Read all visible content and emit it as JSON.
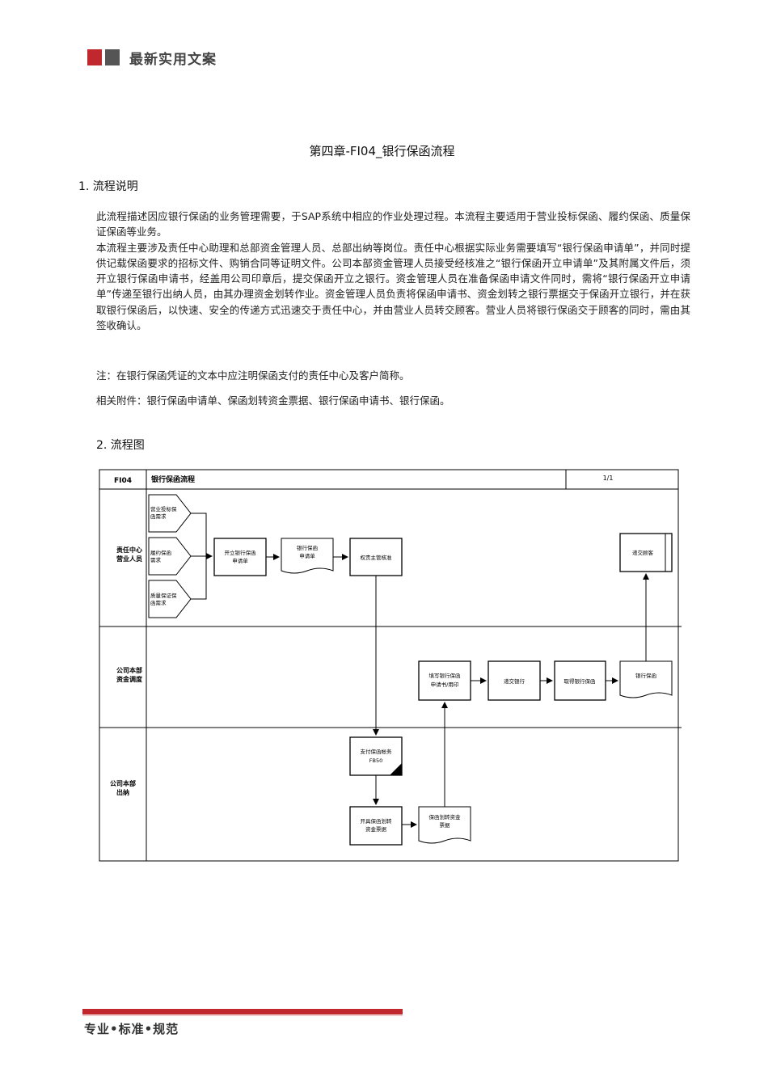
{
  "header": {
    "brand_text": "最新实用文案"
  },
  "title": "第四章-FI04_银行保函流程",
  "section1": {
    "heading": "1.  流程说明",
    "paragraphs": [
      "此流程描述因应银行保函的业务管理需要，于SAP系统中相应的作业处理过程。本流程主要适用于营业投标保函、履约保函、质量保证保函等业务。",
      "本流程主要涉及责任中心助理和总部资金管理人员、总部出纳等岗位。责任中心根据实际业务需要填写“银行保函申请单”，并同时提供记载保函要求的招标文件、购销合同等证明文件。公司本部资金管理人员接受经核准之“银行保函开立申请单”及其附属文件后，须开立银行保函申请书，经盖用公司印章后，提交保函开立之银行。资金管理人员在准备保函申请文件同时，需将“银行保函开立申请单”传递至银行出纳人员，由其办理资金划转作业。资金管理人员负责将保函申请书、资金划转之银行票据交于保函开立银行，并在获取银行保函后，以快速、安全的传递方式迅速交于责任中心，并由营业人员转交顾客。营业人员将银行保函交于顾客的同时，需由其签收确认。"
    ],
    "note": "注：在银行保函凭证的文本中应注明保函支付的责任中心及客户简称。",
    "attachments": "相关附件：银行保函申请单、保函划转资金票据、银行保函申请书、银行保函。"
  },
  "section2": {
    "heading": "2.  流程图"
  },
  "flowchart": {
    "code": "FI04",
    "name": "银行保函流程",
    "page": "1/1",
    "lanes": [
      {
        "line1": "责任中心",
        "line2": "营业人员"
      },
      {
        "line1": "公司本部",
        "line2": "资金调度"
      },
      {
        "line1": "公司本部",
        "line2": "出纳"
      }
    ],
    "nodes": {
      "input1": {
        "line1": "营业投标保",
        "line2": "函需求"
      },
      "input2": {
        "line1": "履约保函",
        "line2": "需求"
      },
      "input3": {
        "line1": "质量保证保",
        "line2": "函需求"
      },
      "open_apply": {
        "line1": "开立银行保函",
        "line2": "申请单"
      },
      "apply_doc": {
        "line1": "银行保函",
        "line2": "申请单"
      },
      "approve": {
        "line1": "权责主管核准"
      },
      "deliver_customer": {
        "line1": "递交顾客"
      },
      "fill_apply": {
        "line1": "填写银行保函",
        "line2": "申请书/用印"
      },
      "send_bank": {
        "line1": "递交银行"
      },
      "get_guarantee": {
        "line1": "取得银行保函"
      },
      "guarantee_doc": {
        "line1": "银行保函"
      },
      "pay_fee": {
        "line1": "支付保函帐务",
        "line2": "FB50"
      },
      "issue_bill": {
        "line1": "开具保函划转",
        "line2": "资金票据"
      },
      "bill_doc": {
        "line1": "保函划转资金",
        "line2": "票据"
      }
    }
  },
  "footer": {
    "text": "专业•标准•规范"
  },
  "colors": {
    "accent": "#c0282d",
    "brand_gray": "#555555"
  }
}
